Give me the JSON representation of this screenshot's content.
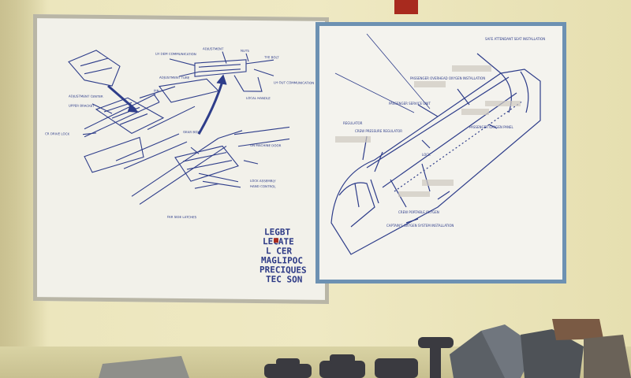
{
  "left_board": {
    "labels": [
      "LH DEM COMMUNICATION",
      "ADJUSTMENT",
      "NUTS",
      "TYE BOLT",
      "ADJUSTMENT TUBE",
      "LH OUT COMMUNICATION",
      "ADJUSTMENT CENTER",
      "PIN",
      "LOCAL HANDLE",
      "UPPER BRACKET",
      "CR DRIVE LOCK",
      "GEAR BOX",
      "ON MACHINE DOOR",
      "LOCK ASSEMBLY",
      "HAND CONTROL",
      "FAR SIDE LATCHES"
    ],
    "signature": [
      "LEGBT",
      "LECATE",
      "L CER",
      "MAGLIPOC",
      "PRECIQUES",
      "TEC SON"
    ]
  },
  "right_board": {
    "labels": [
      "SAFE ATTENDANT SEAT INSTALLATION",
      "PASSENGER OVERHEAD OXYGEN INSTALLATION",
      "PASSENGER SERVICE UNIT",
      "REGULATOR",
      "CREW PRESSURE REGULATOR",
      "LOCK",
      "PASSENGER OXYGEN PANEL",
      "CREW PORTABLE OXYGEN",
      "CAPTAIN'S OXYGEN SYSTEM INSTALLATION"
    ]
  },
  "colors": {
    "wall": "#ece6bd",
    "left_frame": "#b9b6a6",
    "right_frame": "#6d91b2",
    "ink": "#2e3d8a",
    "red_tag": "#a82a1e"
  }
}
